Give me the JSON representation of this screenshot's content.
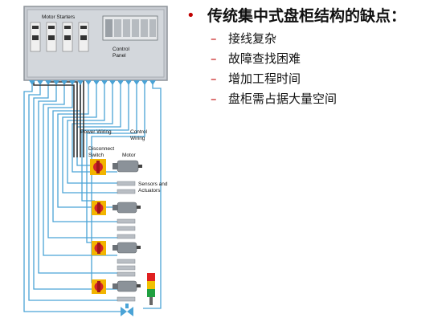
{
  "diagram": {
    "cabinet_label": "Motor Starters",
    "control_panel_label": [
      "Control",
      "Panel"
    ],
    "power_wiring_label": [
      "Power Wiring"
    ],
    "control_wiring_label": [
      "Control",
      "Wiring"
    ],
    "disconnect_label": [
      "Disconnect",
      "Switch"
    ],
    "motor_label": "Motor",
    "sensors_label": [
      "Sensors and",
      "Actuators"
    ],
    "colors": {
      "wire": "#4aa3d6",
      "cabinet": "#c8ccd2",
      "switch_red": "#d2232a",
      "beacon_red": "#e02020",
      "beacon_yellow": "#f0c000",
      "beacon_green": "#20a040"
    }
  },
  "slide": {
    "bullet": "•",
    "title": "传统集中式盘柜结构的缺点：",
    "items": [
      "接线复杂",
      "故障查找困难",
      "增加工程时间",
      "盘柜需占据大量空间"
    ],
    "dash": "–"
  }
}
